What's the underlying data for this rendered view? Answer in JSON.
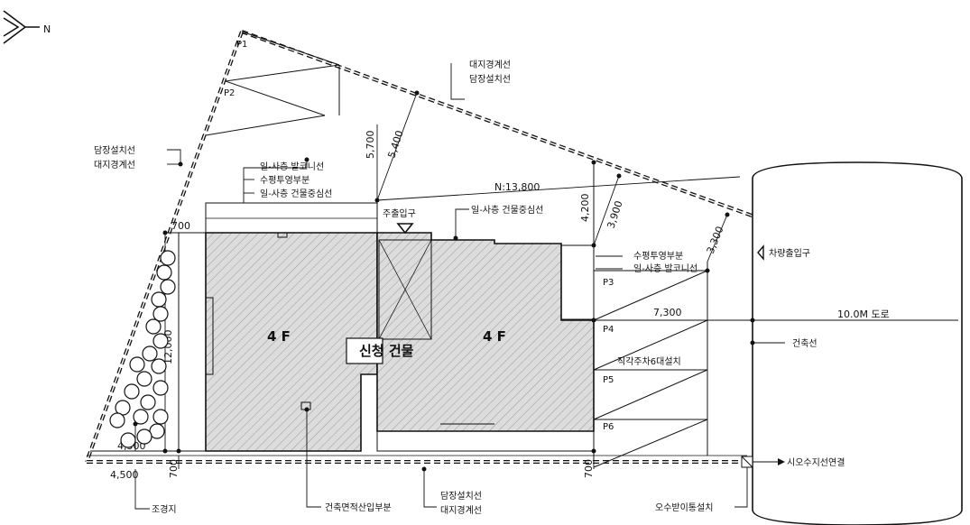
{
  "north_arrow": {
    "icon": "north-arrow-icon",
    "letter": "N"
  },
  "boundary": {
    "top_label_1": "대지경계선",
    "top_label_2": "담장설치선",
    "left_label_1": "담장설치선",
    "left_label_2": "대지경계선",
    "bottom_label_1": "담장설치선",
    "bottom_label_2": "대지경계선"
  },
  "building": {
    "name": "신청 건물",
    "floors_left": "4 F",
    "floors_right": "4 F",
    "main_entrance": "주출입구",
    "left_balcony": "일-사층 발코니선",
    "left_projection": "수평투영부분",
    "left_center_line": "일-사층 건물중심선",
    "right_center_line": "일-사층 건물중심선",
    "right_projection": "수평투영부분",
    "right_balcony": "일-사층 발코니선",
    "calc_point": "건축면적산입부분"
  },
  "parking": {
    "slots": [
      "P1",
      "P2",
      "P3",
      "P4",
      "P5",
      "P6"
    ],
    "note": "직각주차6대설치"
  },
  "dimensions": {
    "d_5700": "5,700",
    "d_5400": "5,400",
    "d_4200": "4,200",
    "d_3900": "3,900",
    "d_3300": "3,300",
    "d_13800": "N:13,800",
    "d_7300": "7,300",
    "d_700_top": "700",
    "d_12000": "12,000",
    "d_4500_inner": "4,500",
    "d_4500_outer": "4,500",
    "d_700_bl": "700",
    "d_700_br": "700"
  },
  "road": {
    "name": "10.0M 도로",
    "vehicle_entrance": "차량출입구",
    "building_line": "건축선",
    "sewer_connection": "시오수지선연결",
    "septic": "오수받이통설치"
  },
  "landscape": {
    "label": "조경지"
  }
}
